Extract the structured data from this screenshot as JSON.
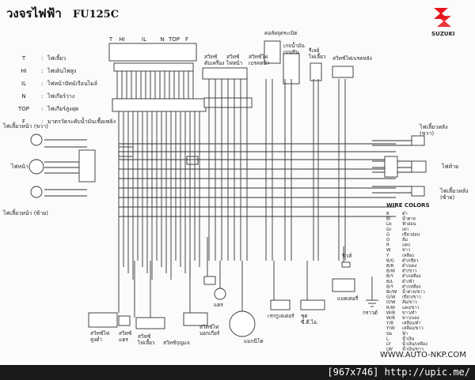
{
  "title": {
    "thai": "วงจรไฟฟ้า",
    "model": "FU125C"
  },
  "brand": {
    "name": "SUZUKI",
    "color": "#e8141b"
  },
  "legend": {
    "items": [
      {
        "code": "T",
        "desc": "ไฟเลี้ยว"
      },
      {
        "code": "HI",
        "desc": "ไฟเดินไฟสูง"
      },
      {
        "code": "IL",
        "desc": "ไฟหน้าปัทม์เรือนไมล์"
      },
      {
        "code": "N",
        "desc": "ไฟเกียร์ว่าง"
      },
      {
        "code": "TOP",
        "desc": "ไฟเกียร์สูงสุด"
      },
      {
        "code": "F",
        "desc": "มาตรวัดระดับน้ำมันเชื้อเพลิง"
      }
    ]
  },
  "meter_labels": [
    "T",
    "HI",
    "IL",
    "N",
    "TOP",
    "F"
  ],
  "top_components": [
    {
      "label": "สวิทช์ ดับเครื่อง"
    },
    {
      "label": "สวิทช์ ไฟหน้า"
    },
    {
      "label": "สวิทช์ไฟ เบรคหน้า"
    },
    {
      "label": "คอล์ยจุดระเบิด"
    },
    {
      "label": "เกจน้ำมัน เบนซิน"
    },
    {
      "label": "รีเลย์ ไฟเลี้ยว"
    },
    {
      "label": "สวิทช์ไฟเบรคหลัง"
    }
  ],
  "left_components": [
    {
      "label": "ไฟเลี้ยวหน้า (ขวา)"
    },
    {
      "label": "ไฟหน้า"
    },
    {
      "label": "ไฟเลี้ยวหน้า (ซ้าย)"
    }
  ],
  "right_components": [
    {
      "label": "ไฟเลี้ยวหลัง (ขวา)"
    },
    {
      "label": "ไฟท้าย"
    },
    {
      "label": "ไฟเลี้ยวหลัง (ซ้าย)"
    }
  ],
  "bottom_components": [
    {
      "label": "สวิทช์ไฟ สูงต่ำ"
    },
    {
      "label": "สวิทช์ แตร"
    },
    {
      "label": "สวิทช์ ไฟเลี้ยว"
    },
    {
      "label": "สวิทช์กุญแจ"
    },
    {
      "label": "สวิทช์ไฟ บอกเกียร์"
    },
    {
      "label": "แตร"
    },
    {
      "label": "แมกนีโต"
    },
    {
      "label": "เรกกูเลเตอร์"
    },
    {
      "label": "ชุด ซี.ดี.ไอ."
    },
    {
      "label": "ฟิวส์"
    },
    {
      "label": "แบตเตอรี่"
    },
    {
      "label": "กราวด์"
    }
  ],
  "wire_colors": {
    "title": "WIRE COLORS",
    "entries": [
      {
        "code": "B",
        "desc": "ดำ"
      },
      {
        "code": "Bl",
        "desc": "น้ำตาล"
      },
      {
        "code": "Lb",
        "desc": "ฟ้าอ่อน"
      },
      {
        "code": "Gr",
        "desc": "เทา"
      },
      {
        "code": "G",
        "desc": "เขียวอ่อน"
      },
      {
        "code": "O",
        "desc": "ส้ม"
      },
      {
        "code": "R",
        "desc": "แดง"
      },
      {
        "code": "W",
        "desc": "ขาว"
      },
      {
        "code": "Y",
        "desc": "เหลือง"
      },
      {
        "code": "B/G",
        "desc": "ดำ/เขียว"
      },
      {
        "code": "B/R",
        "desc": "ดำ/แดง"
      },
      {
        "code": "B/W",
        "desc": "ดำ/ขาว"
      },
      {
        "code": "B/Y",
        "desc": "ดำ/เหลือง"
      },
      {
        "code": "B/L",
        "desc": "ดำ/ฟ้า"
      },
      {
        "code": "B/Y",
        "desc": "ดำ/เหลือง"
      },
      {
        "code": "Br/W",
        "desc": "น้ำตาล/ขาว"
      },
      {
        "code": "G/W",
        "desc": "เขียว/ขาว"
      },
      {
        "code": "O/W",
        "desc": "ส้ม/ขาว"
      },
      {
        "code": "R/W",
        "desc": "แดง/ขาว"
      },
      {
        "code": "W/B",
        "desc": "ขาว/ดำ"
      },
      {
        "code": "W/R",
        "desc": "ขาว/แดง"
      },
      {
        "code": "Y/B",
        "desc": "เหลือง/ดำ"
      },
      {
        "code": "Y/W",
        "desc": "เหลือง/ขาว"
      },
      {
        "code": "Sb",
        "desc": "ฟ้า"
      },
      {
        "code": "L",
        "desc": "น้ำเงิน"
      },
      {
        "code": "LY",
        "desc": "น้ำเงิน/เหลือง"
      },
      {
        "code": "LW",
        "desc": "น้ำเงิน/ขาว"
      }
    ]
  },
  "footer": {
    "website": "WWW.AUTO-NKP.COM"
  },
  "watermark": {
    "text": "[967x746] http://upic.me/"
  }
}
